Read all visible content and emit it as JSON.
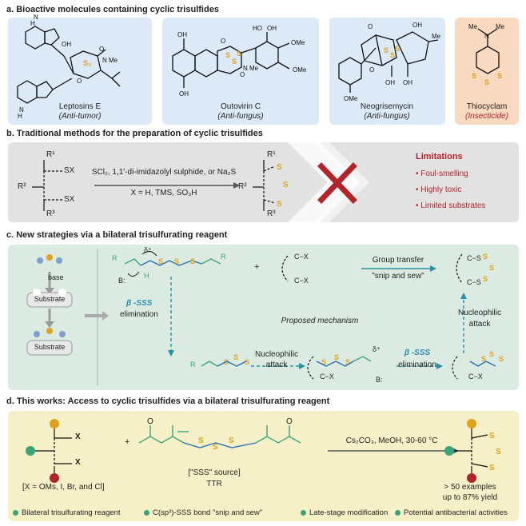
{
  "section_a": {
    "title": "a. Bioactive molecules containing cyclic trisulfides",
    "molecules": [
      {
        "name": "Leptosins E",
        "activity": "Anti-tumor"
      },
      {
        "name": "Outovirin C",
        "activity": "Anti-fungus"
      },
      {
        "name": "Neogrisemycin",
        "activity": "Anti-fungus"
      },
      {
        "name": "Thiocyclam",
        "activity": "Insecticide"
      }
    ],
    "labels": {
      "ome1": "OMe",
      "ome2": "OMe",
      "ho": "HO",
      "me": "Me",
      "nme": "N-Me",
      "oh": "OH",
      "n": "N",
      "s": "S"
    }
  },
  "section_b": {
    "title": "b. Traditional methods for the preparation of cyclic trisulfides",
    "reagents_line1": "SCl₂, 1,1'-di-imidazolyl sulphide, or Na₂S",
    "reagents_line2": "X = H, TMS, SO₃H",
    "limitations_title": "Limitations",
    "limitations": [
      "• Foul-smelling",
      "• Highly toxic",
      "• Limited substrates"
    ],
    "r_labels": [
      "R¹",
      "R²",
      "R³"
    ],
    "sx": "SX"
  },
  "section_c": {
    "title": "c. New strategies via a bilateral trisulfurating reagent",
    "base": "base",
    "substrate": "Substrate",
    "group_transfer": "Group transfer",
    "snip_and_sew": "\"snip and sew\"",
    "beta_label": "β -SSS",
    "elimination": "elimination",
    "proposed": "Proposed mechanism",
    "nucleophilic": "Nucleophilic",
    "attack": "attack",
    "plus": "+",
    "b_colon": "B:",
    "delta": "δ⁺",
    "r": "R",
    "h": "H",
    "cx": "C−X",
    "cs": "C−S"
  },
  "section_d": {
    "title": "d. This works: Access to cyclic trisulfides via a bilateral trisulfurating reagent",
    "x_def": "[X = OMs, I, Br, and Cl]",
    "sss_source": "[\"SSS\" source]",
    "ttr": "TTR",
    "conditions": "Cs₂CO₃, MeOH, 30-60 °C",
    "examples": "> 50 examples",
    "yield": "up to 87% yield",
    "x": "X",
    "o": "O",
    "plus": "+",
    "features": [
      "Bilateral trisulfurating reagent",
      "C(sp³)-SSS bond \"snip and sew\"",
      "Late-stage modification",
      "Potential antibacterial activities"
    ]
  },
  "colors": {
    "panel_blue": "#dce9f7",
    "panel_orange": "#f9d9c0",
    "panel_gray": "#e2e2e2",
    "panel_green": "#dcebe2",
    "panel_yellow": "#f6f0c8",
    "sulfur": "#e0a21c",
    "limit_red": "#b3242a",
    "arrow_teal": "#2a8fa8",
    "green_atom": "#3aa47a"
  }
}
